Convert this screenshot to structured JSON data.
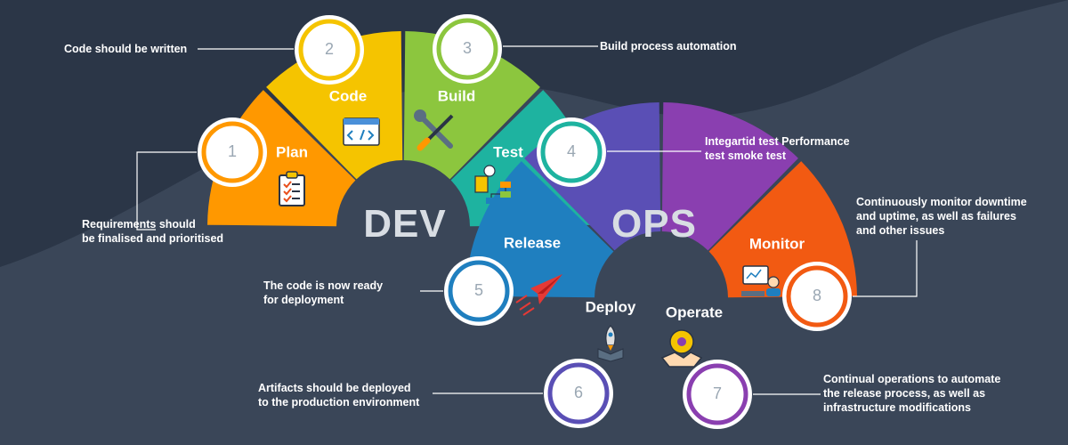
{
  "center": {
    "left_word": "DEV",
    "right_word": "OPS"
  },
  "stages": [
    {
      "number": "1",
      "title": "Plan",
      "icon": "clipboard-checklist-icon",
      "color": "#ff9800",
      "description": [
        "Requirements should",
        "be finalised and prioritised"
      ]
    },
    {
      "number": "2",
      "title": "Code",
      "icon": "code-window-icon",
      "color": "#f5c400",
      "description": [
        "Code should be written"
      ]
    },
    {
      "number": "3",
      "title": "Build",
      "icon": "wrench-screwdriver-icon",
      "color": "#8cc63e",
      "description": [
        "Build process automation"
      ]
    },
    {
      "number": "4",
      "title": "Test",
      "icon": "test-flowchart-icon",
      "color": "#1eb3a0",
      "description": [
        "Integartid test Performance",
        "test smoke test"
      ]
    },
    {
      "number": "5",
      "title": "Release",
      "icon": "paper-plane-icon",
      "color": "#1f7fbf",
      "description": [
        "The code is now ready",
        "for deployment"
      ]
    },
    {
      "number": "6",
      "title": "Deploy",
      "icon": "rocket-box-icon",
      "color": "#5a4fb5",
      "description": [
        "Artifacts should be deployed",
        "to the production environment"
      ]
    },
    {
      "number": "7",
      "title": "Operate",
      "icon": "handshake-gear-icon",
      "color": "#8a3fb0",
      "description": [
        "Continual operations to automate",
        "the release process, as well as",
        "infrastructure modifications"
      ]
    },
    {
      "number": "8",
      "title": "Monitor",
      "icon": "monitor-dashboard-icon",
      "color": "#f25a12",
      "description": [
        "Continuously monitor downtime",
        "and uptime, as well as failures",
        "and other issues"
      ]
    }
  ]
}
